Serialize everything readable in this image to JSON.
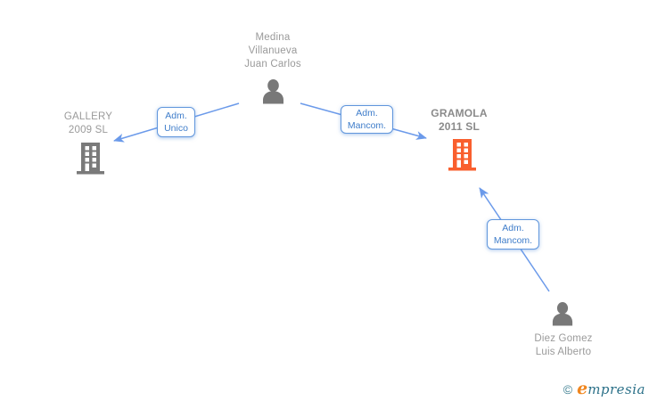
{
  "diagram": {
    "nodes": {
      "person_top": {
        "type": "person",
        "lines": [
          "Medina",
          "Villanueva",
          "Juan Carlos"
        ]
      },
      "company_left": {
        "type": "company",
        "lines": [
          "GALLERY",
          "2009 SL"
        ]
      },
      "company_right": {
        "type": "company",
        "highlighted": true,
        "lines": [
          "GRAMOLA",
          "2011 SL"
        ]
      },
      "person_bottom": {
        "type": "person",
        "lines": [
          "Diez Gomez",
          "Luis Alberto"
        ]
      }
    },
    "edge_labels": {
      "left": {
        "lines": [
          "Adm.",
          "Unico"
        ],
        "from": "person_top",
        "to": "company_left"
      },
      "middle": {
        "lines": [
          "Adm.",
          "Mancom."
        ],
        "from": "person_top",
        "to": "company_right"
      },
      "right": {
        "lines": [
          "Adm.",
          "Mancom."
        ],
        "from": "person_bottom",
        "to": "company_right"
      }
    },
    "colors": {
      "edge_blue": "#6b9aea",
      "label_border_blue": "#6096dc",
      "label_text_blue": "#3f7dca",
      "icon_gray": "#787878",
      "text_gray": "#9a9a9a",
      "highlight_orange": "#f95f2e"
    }
  },
  "footer": {
    "copyright_symbol": "©",
    "brand_initial": "e",
    "brand_rest": "mpresia"
  }
}
